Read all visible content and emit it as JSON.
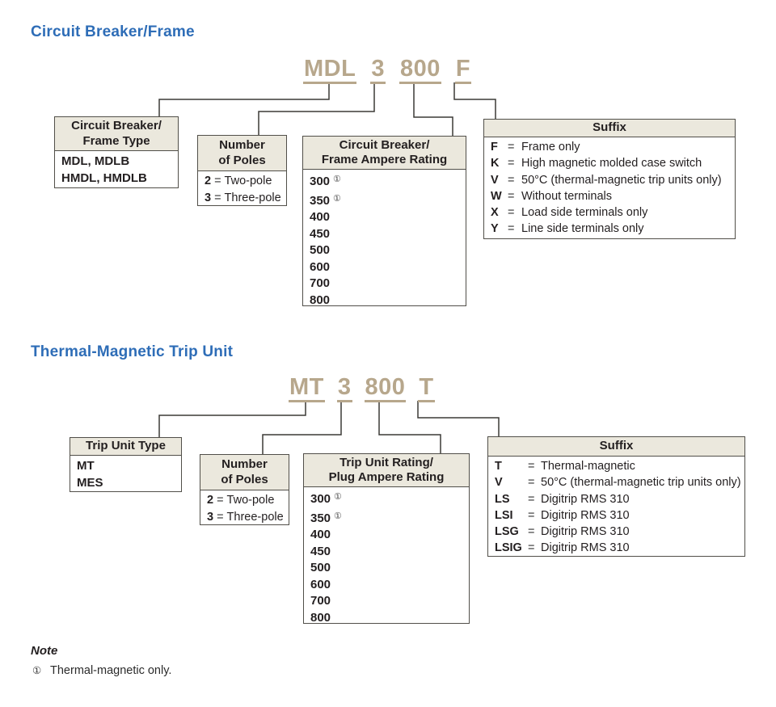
{
  "symbols": {
    "equals": "="
  },
  "colors": {
    "heading_blue": "#2e6db7",
    "code_tan": "#b7a78c",
    "header_beige": "#ebe8dd",
    "border_gray": "#514f49",
    "line_dark": "#3c3a37",
    "text_black": "#231f20"
  },
  "section1": {
    "heading": "Circuit Breaker/Frame",
    "code": {
      "frame": "MDL",
      "poles": "3",
      "amperes": "800",
      "suffix": "F"
    },
    "frame_type_box": {
      "title1": "Circuit Breaker/",
      "title2": "Frame Type",
      "row1": "MDL, MDLB",
      "row2": "HMDL, HMDLB"
    },
    "poles_box": {
      "title1": "Number",
      "title2": "of Poles",
      "rows": [
        {
          "key": "2",
          "desc": "Two-pole"
        },
        {
          "key": "3",
          "desc": "Three-pole"
        }
      ]
    },
    "ampere_box": {
      "title1": "Circuit Breaker/",
      "title2": "Frame Ampere Rating",
      "rows": [
        {
          "value": "300",
          "sup": "①"
        },
        {
          "value": "350",
          "sup": "①"
        },
        {
          "value": "400"
        },
        {
          "value": "450"
        },
        {
          "value": "500"
        },
        {
          "value": "600"
        },
        {
          "value": "700"
        },
        {
          "value": "800"
        }
      ]
    },
    "suffix_box": {
      "title": "Suffix",
      "rows": [
        {
          "key": "F",
          "desc": "Frame only"
        },
        {
          "key": "K",
          "desc": "High magnetic molded case switch"
        },
        {
          "key": "V",
          "desc": "50°C (thermal-magnetic trip units only)"
        },
        {
          "key": "W",
          "desc": "Without terminals"
        },
        {
          "key": "X",
          "desc": "Load side terminals only"
        },
        {
          "key": "Y",
          "desc": "Line side terminals only"
        }
      ]
    }
  },
  "section2": {
    "heading": "Thermal-Magnetic Trip Unit",
    "code": {
      "trip_unit": "MT",
      "poles": "3",
      "amperes": "800",
      "suffix": "T"
    },
    "trip_type_box": {
      "title": "Trip Unit Type",
      "row1": "MT",
      "row2": "MES"
    },
    "poles_box": {
      "title1": "Number",
      "title2": "of Poles",
      "rows": [
        {
          "key": "2",
          "desc": "Two-pole"
        },
        {
          "key": "3",
          "desc": "Three-pole"
        }
      ]
    },
    "ampere_box": {
      "title1": "Trip Unit Rating/",
      "title2": "Plug Ampere Rating",
      "rows": [
        {
          "value": "300",
          "sup": "①"
        },
        {
          "value": "350",
          "sup": "①"
        },
        {
          "value": "400"
        },
        {
          "value": "450"
        },
        {
          "value": "500"
        },
        {
          "value": "600"
        },
        {
          "value": "700"
        },
        {
          "value": "800"
        }
      ]
    },
    "suffix_box": {
      "title": "Suffix",
      "rows": [
        {
          "key": "T",
          "desc": "Thermal-magnetic"
        },
        {
          "key": "V",
          "desc": "50°C (thermal-magnetic trip units only)"
        },
        {
          "key": "LS",
          "desc": "Digitrip RMS 310"
        },
        {
          "key": "LSI",
          "desc": "Digitrip RMS 310"
        },
        {
          "key": "LSG",
          "desc": "Digitrip RMS 310"
        },
        {
          "key": "LSIG",
          "desc": "Digitrip RMS 310"
        }
      ]
    }
  },
  "note": {
    "title": "Note",
    "marker": "①",
    "text": "Thermal-magnetic only."
  }
}
